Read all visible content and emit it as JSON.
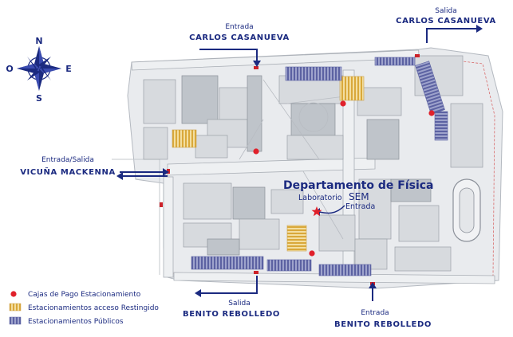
{
  "entrances": {
    "top_entry_label": "Entrada",
    "top_entry_street": "CARLOS CASANUEVA",
    "top_exit_label": "Salida",
    "top_exit_street": "CARLOS CASANUEVA",
    "left_label": "Entrada/Salida",
    "left_street": "VICUÑA MACKENNA",
    "bottom_exit_label": "Salida",
    "bottom_exit_street": "BENITO REBOLLEDO",
    "bottom_entry_label": "Entrada",
    "bottom_entry_street": "BENITO REBOLLEDO"
  },
  "department": {
    "name": "Departamento de Física",
    "lab_label": "Laboratorio",
    "lab_name": "SEM",
    "entry_label": "Entrada"
  },
  "compass": {
    "n": "N",
    "s": "S",
    "e": "E",
    "o": "O"
  },
  "legend": {
    "pay_boxes": "Cajas de Pago Estacionamiento",
    "restricted": "Estacionamientos acceso Restingido",
    "public": "Estacionamientos Públicos"
  },
  "colors": {
    "label_blue": "#1b2a80",
    "pay_red": "#e0212b",
    "restricted_yellow": "#e8c46a",
    "public_purple": "#7a7fb6"
  }
}
